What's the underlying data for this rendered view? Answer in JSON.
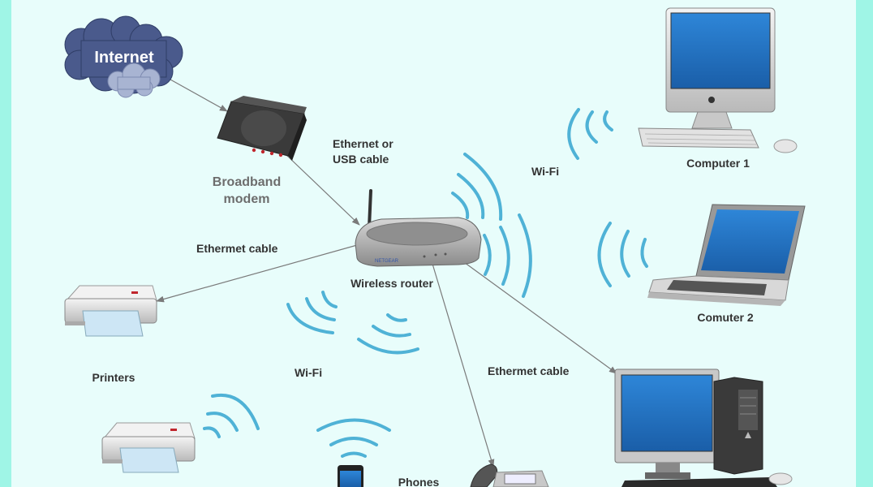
{
  "internet_label": "Internet",
  "modem_label_line1": "Broadband",
  "modem_label_line2": "modem",
  "cable_modem_label_line1": "Ethernet or",
  "cable_modem_label_line2": "USB cable",
  "router_label": "Wireless router",
  "ethernet_cable_left": "Ethermet cable",
  "ethernet_cable_right": "Ethermet cable",
  "wifi_top": "Wi-Fi",
  "wifi_middle": "Wi-Fi",
  "computer1_label": "Computer 1",
  "computer2_label": "Comuter 2",
  "printers_label": "Printers",
  "phones_label": "Phones",
  "colors": {
    "background_outer": "#9ff5e6",
    "background_inner": "#e8fdfb",
    "cloud_dark": "#4a5a8c",
    "cloud_light": "#a8b4d2",
    "wifi_wave": "#4fb2d6",
    "link_line": "#7a7a7a"
  }
}
